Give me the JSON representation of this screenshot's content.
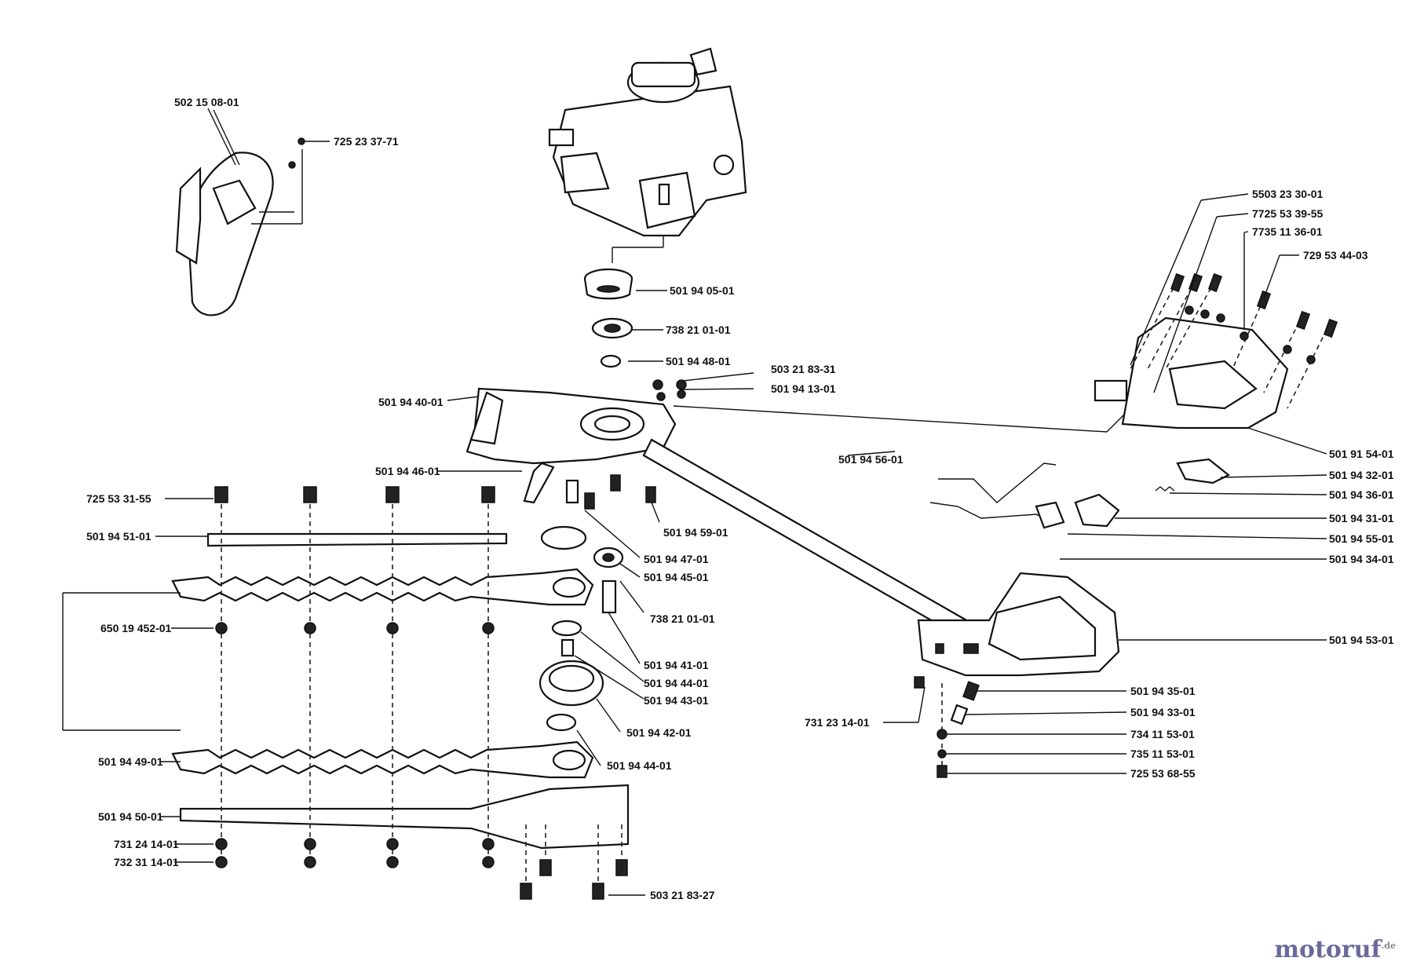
{
  "parts": [
    {
      "id": "p1",
      "number": "502 15 08-01"
    },
    {
      "id": "p2",
      "number": "725 23 37-71"
    },
    {
      "id": "p3",
      "number": "501 94 05-01"
    },
    {
      "id": "p4",
      "number": "738 21 01-01"
    },
    {
      "id": "p5",
      "number": "501 94 48-01"
    },
    {
      "id": "p6",
      "number": "503 21 83-31"
    },
    {
      "id": "p7",
      "number": "501 94 13-01"
    },
    {
      "id": "p8",
      "number": "501 94 40-01"
    },
    {
      "id": "p9",
      "number": "501 94 46-01"
    },
    {
      "id": "p10",
      "number": "725 53 31-55"
    },
    {
      "id": "p11",
      "number": "501 94 51-01"
    },
    {
      "id": "p12",
      "number": "501 94 59-01"
    },
    {
      "id": "p13",
      "number": "501 94 47-01"
    },
    {
      "id": "p14",
      "number": "501 94 45-01"
    },
    {
      "id": "p15",
      "number": "738 21 01-01"
    },
    {
      "id": "p16",
      "number": "650 19 452-01"
    },
    {
      "id": "p17",
      "number": "501 94 41-01"
    },
    {
      "id": "p18",
      "number": "501 94 44-01"
    },
    {
      "id": "p19",
      "number": "501 94 43-01"
    },
    {
      "id": "p20",
      "number": "501 94 42-01"
    },
    {
      "id": "p21",
      "number": "501 94 49-01"
    },
    {
      "id": "p22",
      "number": "501 94 44-01"
    },
    {
      "id": "p23",
      "number": "501 94 50-01"
    },
    {
      "id": "p24",
      "number": "731 24 14-01"
    },
    {
      "id": "p25",
      "number": "732 31 14-01"
    },
    {
      "id": "p26",
      "number": "503 21 83-27"
    },
    {
      "id": "p27",
      "number": "5503 23 30-01"
    },
    {
      "id": "p28",
      "number": "7725 53 39-55"
    },
    {
      "id": "p29",
      "number": "7735 11 36-01"
    },
    {
      "id": "p30",
      "number": "729 53 44-03"
    },
    {
      "id": "p31",
      "number": "501 91 54-01"
    },
    {
      "id": "p32",
      "number": "501 94 56-01"
    },
    {
      "id": "p33",
      "number": "501 94 32-01"
    },
    {
      "id": "p34",
      "number": "501 94 36-01"
    },
    {
      "id": "p35",
      "number": "501 94 31-01"
    },
    {
      "id": "p36",
      "number": "501 94 55-01"
    },
    {
      "id": "p37",
      "number": "501 94 34-01"
    },
    {
      "id": "p38",
      "number": "501 94 53-01"
    },
    {
      "id": "p39",
      "number": "501 94 35-01"
    },
    {
      "id": "p40",
      "number": "501 94 33-01"
    },
    {
      "id": "p41",
      "number": "734 11 53-01"
    },
    {
      "id": "p42",
      "number": "735 11 53-01"
    },
    {
      "id": "p43",
      "number": "725 53 68-55"
    },
    {
      "id": "p44",
      "number": "731 23 14-01"
    }
  ],
  "watermark": {
    "text": "motoruf",
    "suffix": ".de"
  }
}
